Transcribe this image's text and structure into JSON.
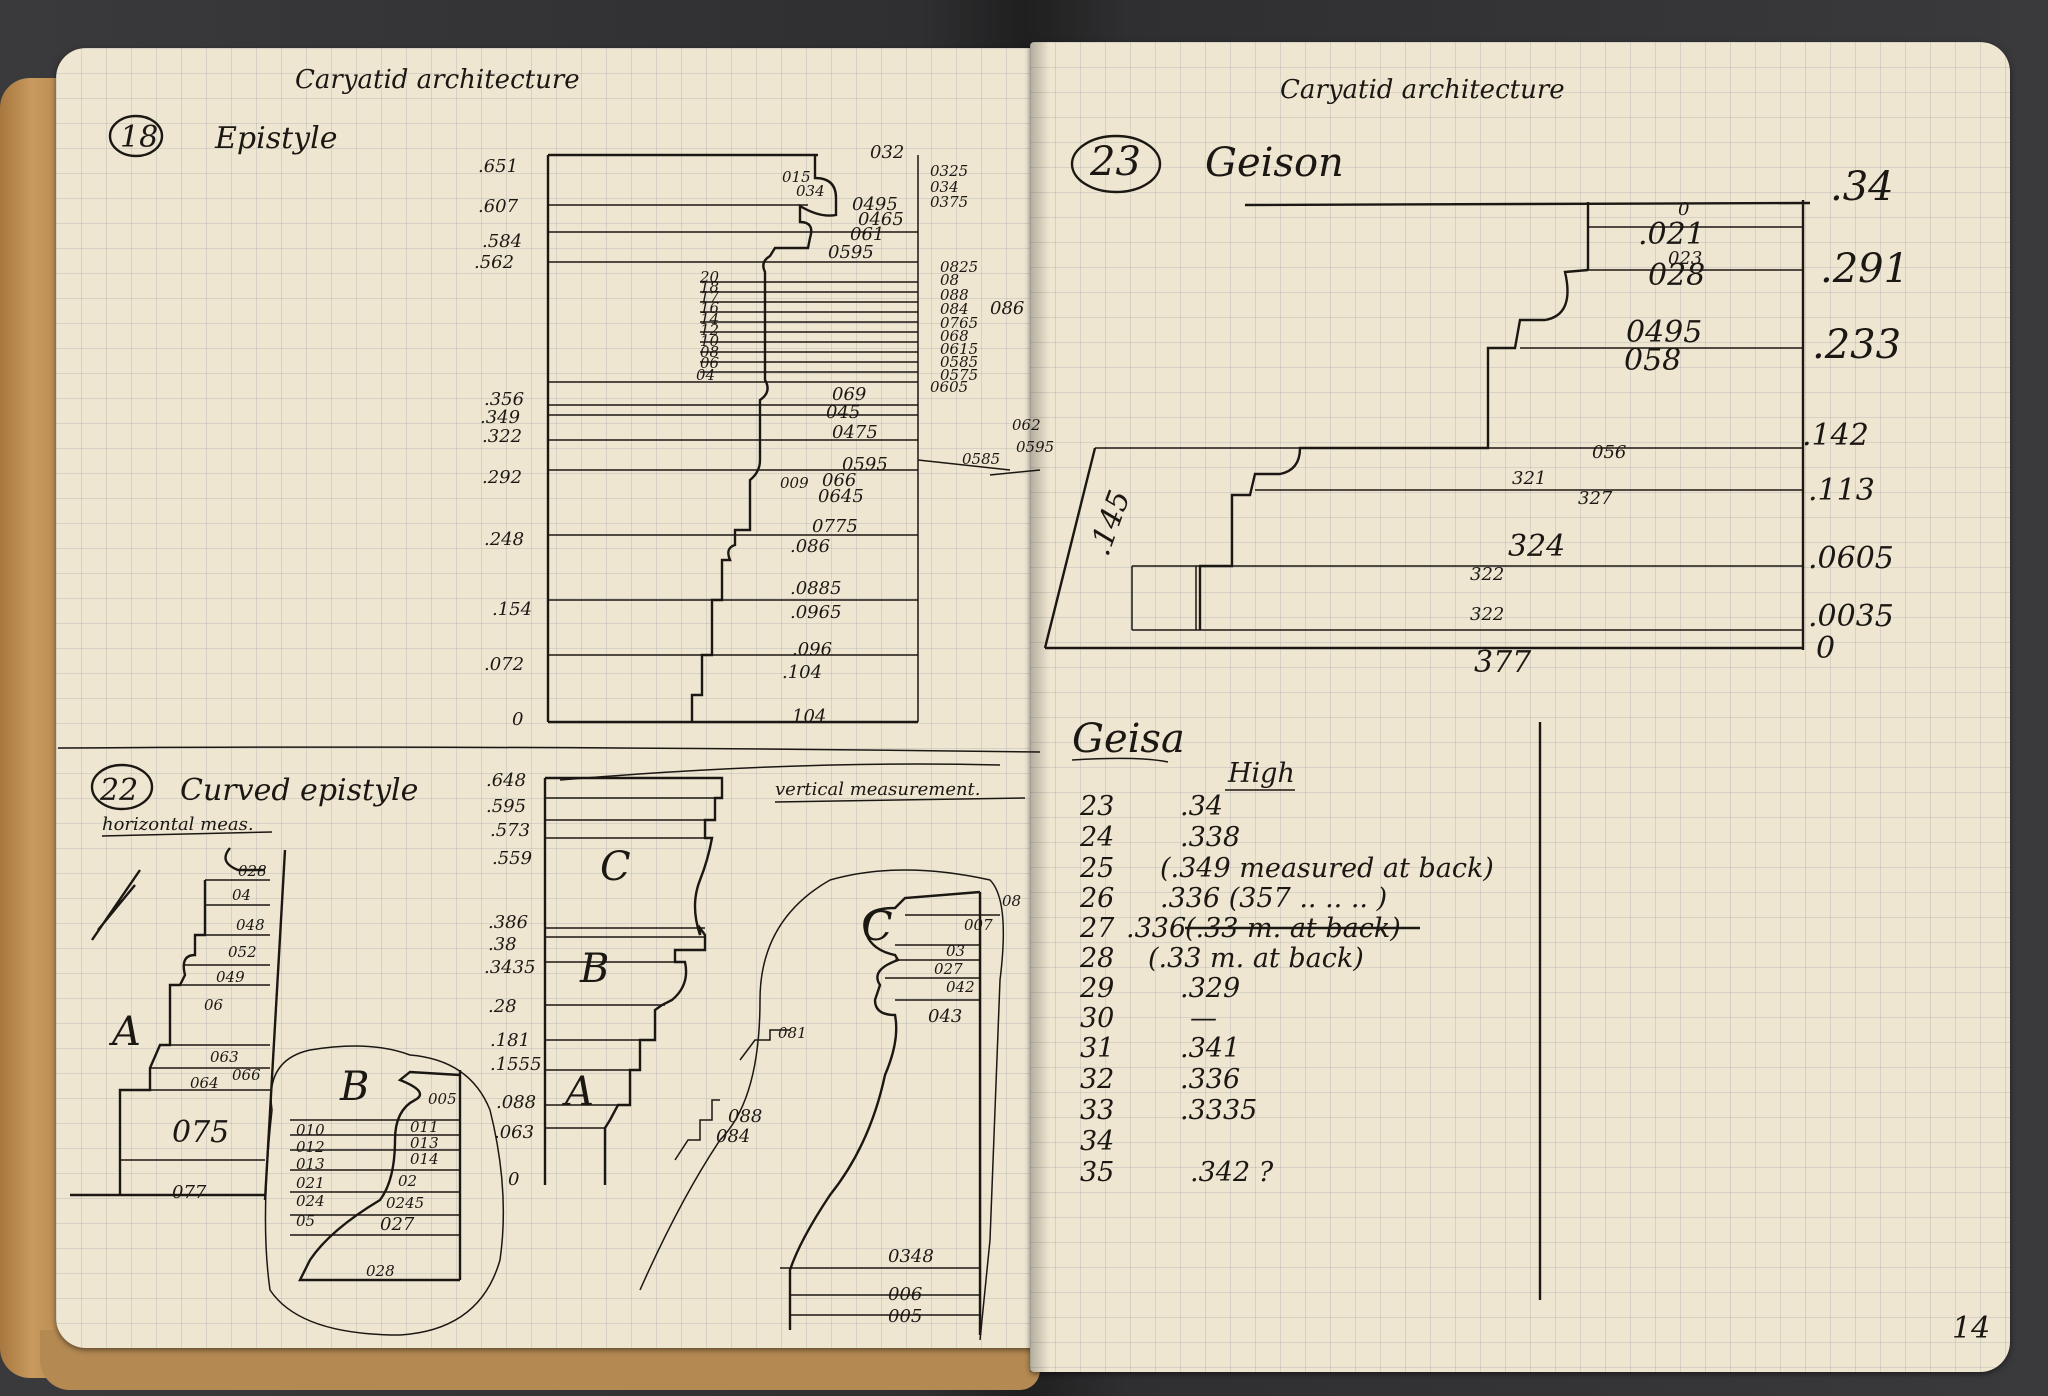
{
  "header_left": "Caryatid architecture",
  "header_right": "Caryatid architecture",
  "page_number": "14",
  "fig18": {
    "number": "18",
    "title": "Epistyle",
    "left_levels": [
      ".651",
      ".607",
      ".584",
      ".562",
      ".356",
      ".349",
      ".322",
      ".292",
      ".248",
      ".154",
      ".072",
      "0"
    ],
    "small_levels": [
      "015",
      "034",
      "20",
      "18",
      "17",
      "16",
      "14",
      "12",
      "10",
      "08",
      "06",
      "04",
      "009"
    ],
    "center_labels": [
      "032",
      "0495",
      "0465",
      "061",
      "0595",
      "069",
      "045",
      "0475",
      "0595",
      "066",
      "0645",
      "0775",
      ".086",
      ".0885",
      ".0965",
      ".096",
      ".104",
      "104"
    ],
    "right_labels": [
      "0325",
      "034",
      "0375",
      "0825",
      "08",
      "088",
      "084",
      "086",
      "0765",
      "068",
      "0615",
      "0585",
      "0575",
      "0605"
    ],
    "side_labels": [
      "062",
      "0595",
      "0585"
    ]
  },
  "fig23": {
    "number": "23",
    "title": "Geison",
    "right_levels": [
      ".34",
      ".291",
      ".233",
      ".142",
      ".113",
      ".0605",
      ".0035",
      "0"
    ],
    "inner_labels": [
      "0",
      ".021",
      "023",
      "028",
      "0495",
      "058",
      "056",
      "321",
      "327",
      "324",
      "322",
      "322",
      "377"
    ],
    "slope_label": ".145"
  },
  "geisa": {
    "title": "Geisa",
    "col_header": "High",
    "rows": [
      {
        "n": "23",
        "v": ".34"
      },
      {
        "n": "24",
        "v": ".338"
      },
      {
        "n": "25",
        "v": "(.349 measured at back)"
      },
      {
        "n": "26",
        "v": ".336 (357 .. .. .. )"
      },
      {
        "n": "27",
        "v": ".336"
      },
      {
        "n": "28",
        "v": "(.33 m. at back)"
      },
      {
        "n": "29",
        "v": ".329"
      },
      {
        "n": "30",
        "v": "—"
      },
      {
        "n": "31",
        "v": ".341"
      },
      {
        "n": "32",
        "v": ".336"
      },
      {
        "n": "33",
        "v": ".3335"
      },
      {
        "n": "34",
        "v": ""
      },
      {
        "n": "35",
        "v": ".342 ?"
      }
    ],
    "struck": "(.33 m. at back)"
  },
  "fig22": {
    "number": "22",
    "title": "Curved epistyle",
    "subtitle": "horizontal meas.",
    "vertical_note": "vertical measurement.",
    "levels": [
      ".648",
      ".595",
      ".573",
      ".559",
      ".386",
      ".38",
      ".3435",
      ".28",
      ".181",
      ".1555",
      ".088",
      ".063",
      "0"
    ],
    "section_letters": [
      "A",
      "B",
      "C",
      "A",
      "B",
      "C"
    ],
    "profile_a": [
      "028",
      "04",
      "048",
      "052",
      "049",
      "06",
      "063",
      "064",
      "066",
      "075",
      "077"
    ],
    "profile_b": [
      "005",
      "011",
      "013",
      "014",
      "02",
      "0245",
      "027",
      "028",
      "010",
      "012",
      "013",
      "021",
      "024",
      "05"
    ],
    "detail_right": [
      "081",
      "088",
      "084",
      "08",
      "007",
      "03",
      "027",
      "042",
      "043",
      "0348",
      "006",
      "005"
    ]
  }
}
